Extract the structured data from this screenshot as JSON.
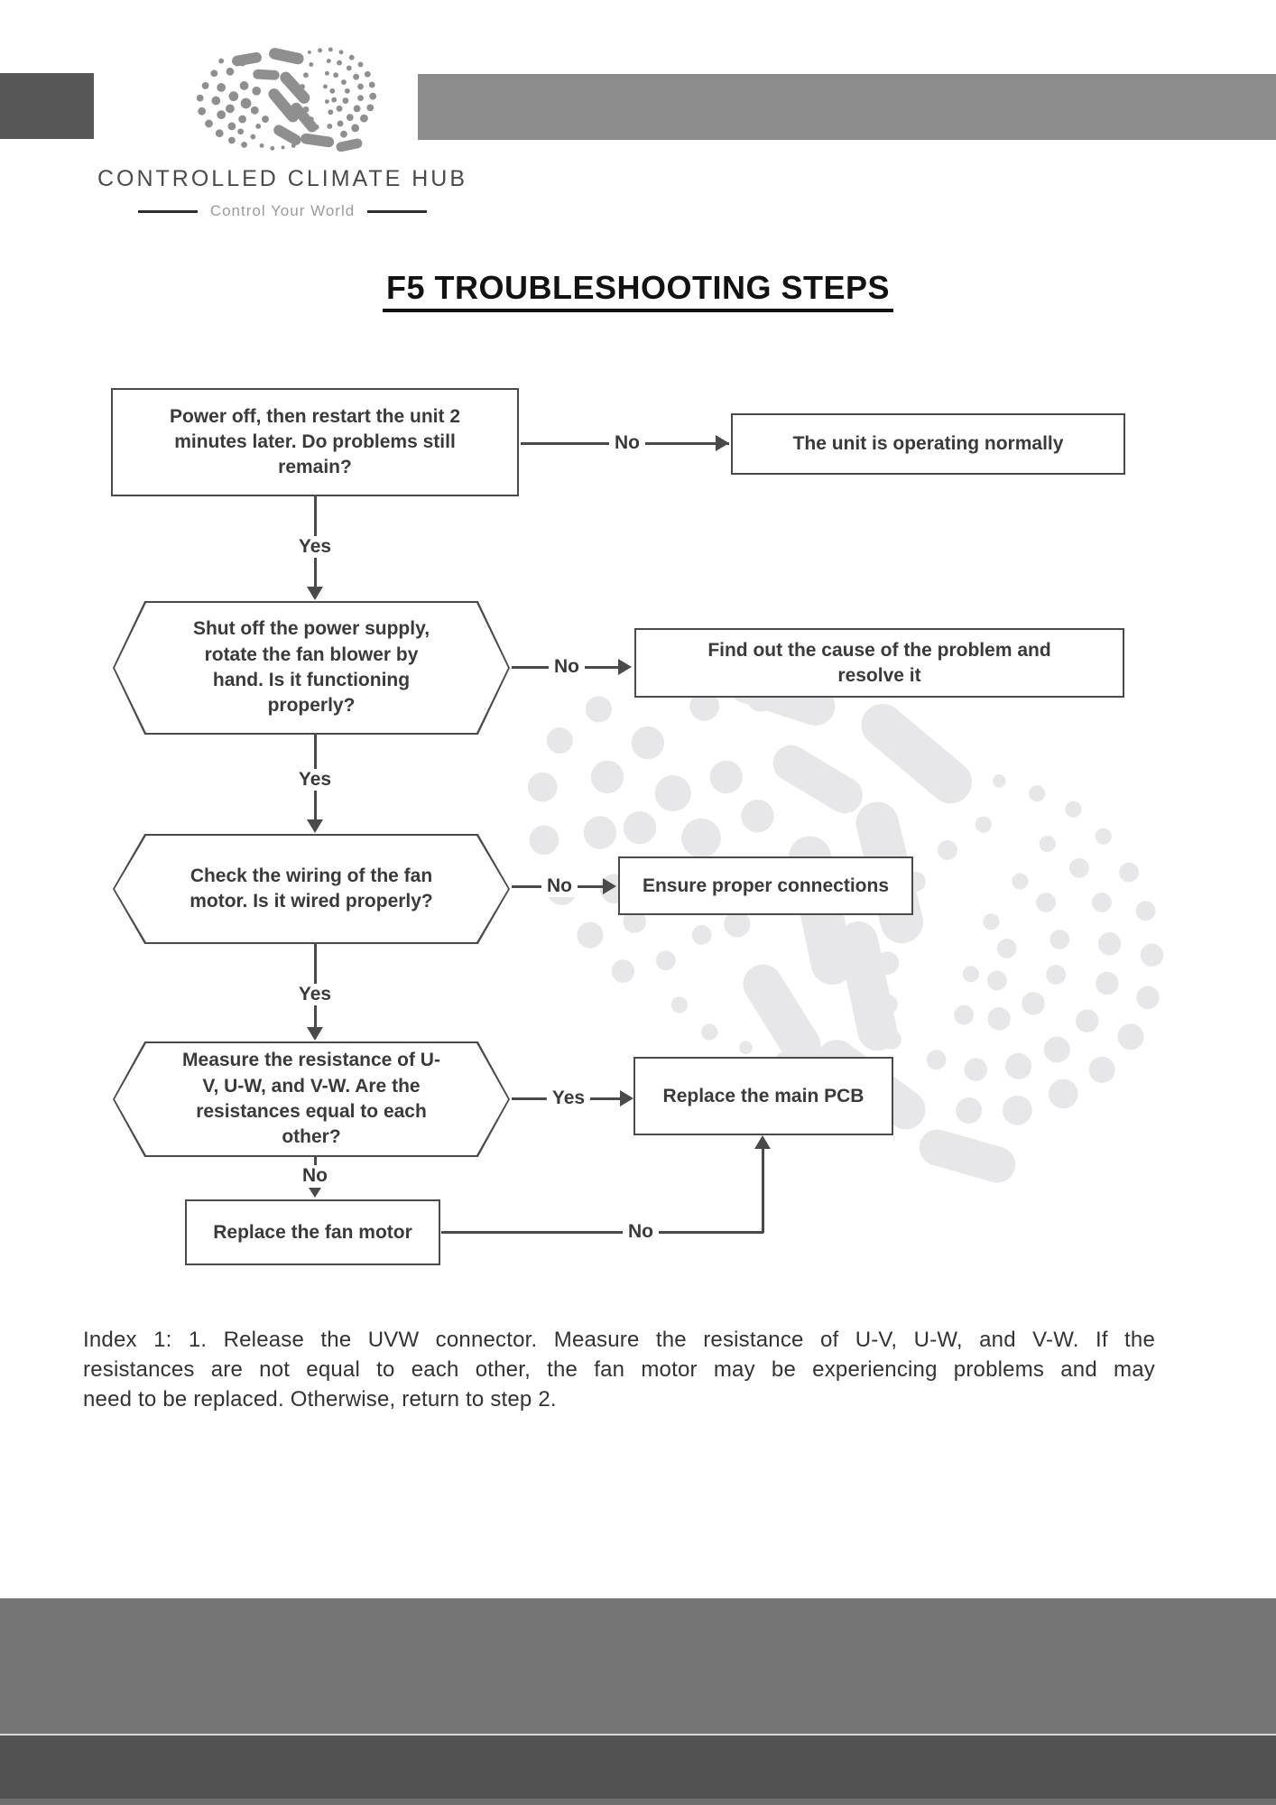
{
  "brand": {
    "name": "CONTROLLED CLIMATE HUB",
    "tagline": "Control Your World"
  },
  "page_title": "F5 TROUBLESHOOTING STEPS",
  "labels": {
    "yes": "Yes",
    "no": "No"
  },
  "flowchart": {
    "q1": {
      "lines": [
        "Power off, then restart the unit  2",
        "minutes later. Do problems still",
        "remain?"
      ]
    },
    "t1": {
      "text": "The unit is operating normally"
    },
    "q2": {
      "lines": [
        "Shut off the power supply,",
        "rotate the fan blower by",
        "hand. Is it functioning",
        "properly?"
      ]
    },
    "t2": {
      "lines": [
        "Find out the cause of the problem and",
        "resolve it"
      ]
    },
    "q3": {
      "lines": [
        "Check the wiring of the fan",
        "motor. Is it wired properly?"
      ]
    },
    "t3": {
      "text": "Ensure proper connections"
    },
    "q4": {
      "lines": [
        "Measure the resistance of  U-",
        "V, U-W, and V-W. Are the",
        "resistances equal to each",
        "other?"
      ]
    },
    "t4": {
      "text": "Replace the main PCB"
    },
    "t5": {
      "text": "Replace the fan motor"
    }
  },
  "footnote_lines": [
    "Index 1: 1. Release the UVW connector. Measure the resistance of U-V, U-W, and V-W. If the",
    "resistances are not equal to each other, the fan motor may be experiencing problems and may",
    "need to be replaced. Otherwise, return to step 2."
  ],
  "colors": {
    "header_left_block": "#575757",
    "header_right_bar": "#8c8c8c",
    "brand_text": "#4a4a4a",
    "tagline_text": "#9b9b9b",
    "flow_line": "#4a4a4a",
    "node_text": "#3a3a3a",
    "watermark": "#e7e7ea",
    "footer_band": "#757575",
    "footer_band_dark": "#525252",
    "footer_strip": "#6f6f6f"
  }
}
